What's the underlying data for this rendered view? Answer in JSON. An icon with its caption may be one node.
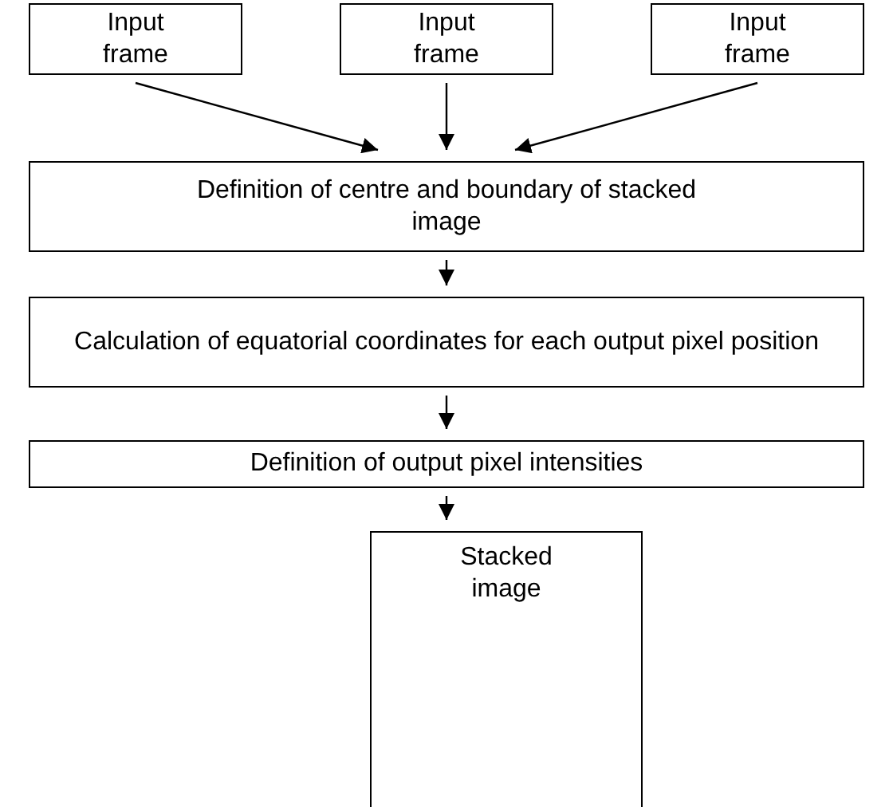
{
  "diagram": {
    "nodes": [
      {
        "text": [
          "Input frame"
        ]
      },
      {
        "text": [
          "Input frame"
        ]
      },
      {
        "text": [
          "Input frame"
        ]
      },
      {
        "text": [
          "Definition of centre and boundary of stacked image"
        ]
      },
      {
        "text": [
          "Calculation of equatorial coordinates for each output pixel position"
        ]
      },
      {
        "text": [
          "Definition of output pixel intensities"
        ]
      },
      {
        "text": [
          "Stacked image"
        ]
      }
    ],
    "edges": [
      {
        "from": 0,
        "to": 3,
        "arrow": "to"
      },
      {
        "from": 1,
        "to": 3,
        "arrow": "to"
      },
      {
        "from": 2,
        "to": 3,
        "arrow": "to"
      },
      {
        "from": 3,
        "to": 4,
        "arrow": "to"
      },
      {
        "from": 4,
        "to": 5,
        "arrow": "to"
      },
      {
        "from": 5,
        "to": 6,
        "arrow": "to"
      }
    ]
  }
}
